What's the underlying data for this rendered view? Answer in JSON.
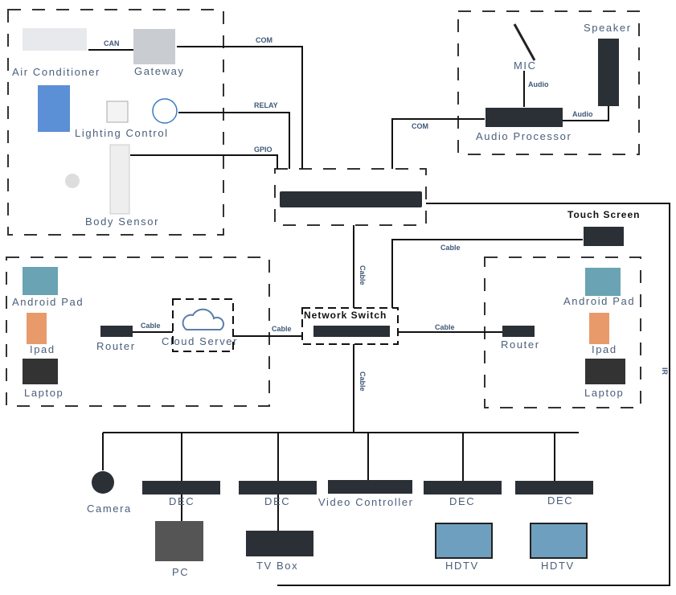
{
  "colors": {
    "line": "#111111",
    "dash": "#333333",
    "label": "#4a5e7a",
    "device": "#2b2f36"
  },
  "smart_home": {
    "air_conditioner": "Air Conditioner",
    "gateway": "Gateway",
    "lighting_control": "Lighting Control",
    "body_sensor": "Body Sensor",
    "can": "CAN"
  },
  "links": {
    "com1": "COM",
    "relay": "RELAY",
    "gpio": "GPIO",
    "com2": "COM",
    "audio1": "Audio",
    "audio2": "Audio",
    "cable_touch": "Cable",
    "cable_vertical_top": "Cable",
    "cable_vertical_bottom": "Cable",
    "cable_left": "Cable",
    "cable_router_left": "Cable",
    "cable_right": "Cable",
    "ir": "IR"
  },
  "audio": {
    "mic": "MIC",
    "speaker": "Speaker",
    "processor": "Audio Processor"
  },
  "touch_screen": "Touch Screen",
  "network_switch": "Network Switch",
  "left_net": {
    "android_pad": "Android Pad",
    "ipad": "Ipad",
    "laptop": "Laptop",
    "router": "Router",
    "cloud_server": "Cloud Server"
  },
  "right_net": {
    "android_pad": "Android Pad",
    "ipad": "Ipad",
    "laptop": "Laptop",
    "router": "Router"
  },
  "bottom": {
    "camera": "Camera",
    "dec1": "DEC",
    "dec2": "DEC",
    "video_controller": "Video Controller",
    "dec3": "DEC",
    "dec4": "DEC",
    "pc": "PC",
    "tv_box": "TV Box",
    "hdtv1": "HDTV",
    "hdtv2": "HDTV"
  }
}
